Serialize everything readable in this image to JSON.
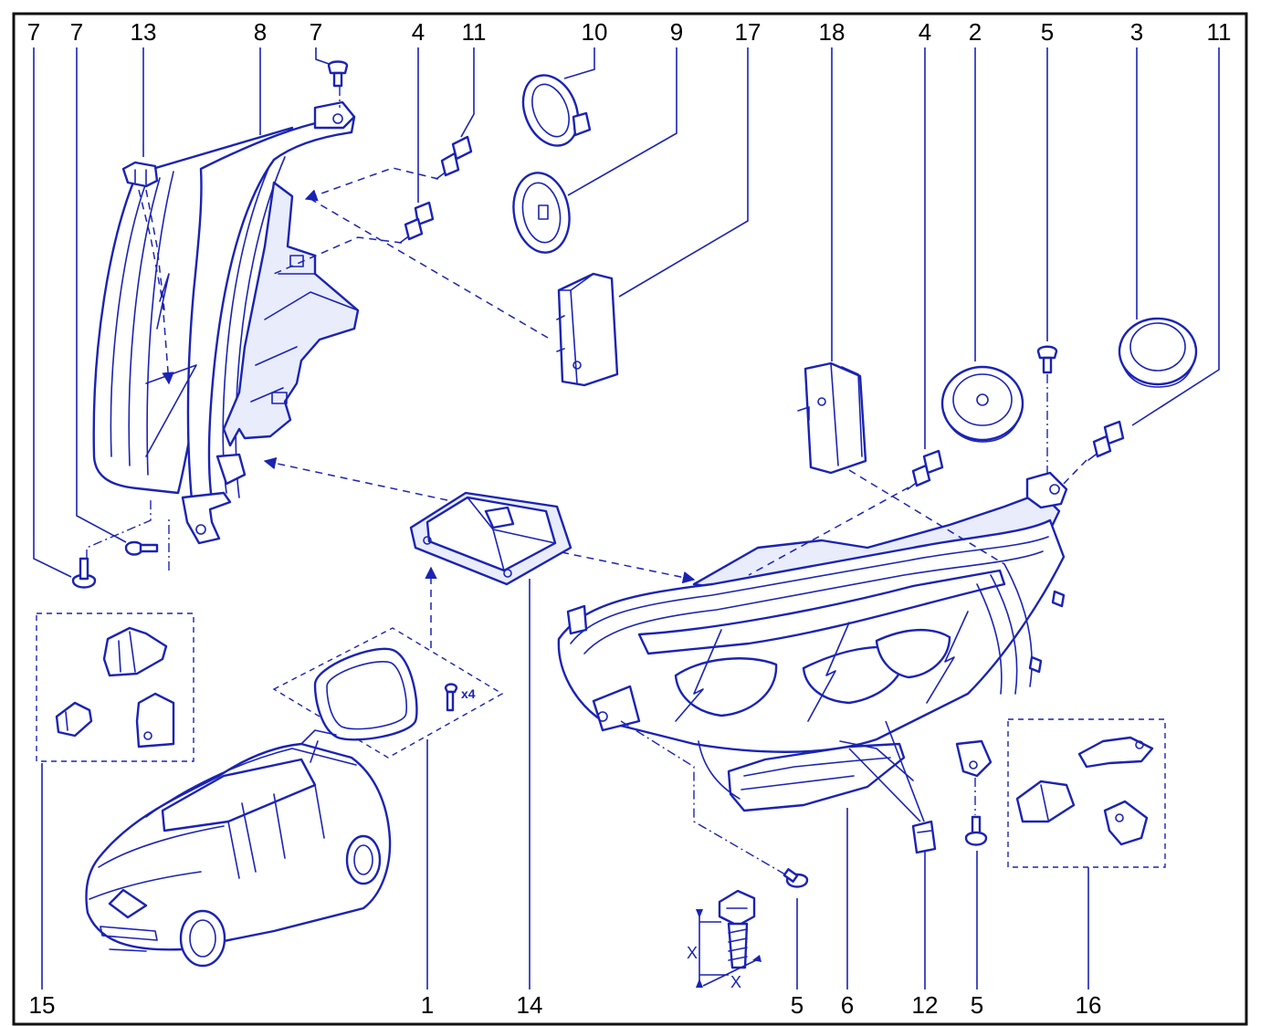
{
  "callouts": {
    "top": [
      "7",
      "7",
      "13",
      "8",
      "7",
      "4",
      "11",
      "10",
      "9",
      "17",
      "18",
      "4",
      "2",
      "5",
      "3",
      "11"
    ],
    "bottom": [
      "15",
      "1",
      "14",
      "5",
      "6",
      "12",
      "5",
      "16"
    ]
  },
  "annotations": {
    "screw_qty": "x4",
    "dim_x": "X"
  },
  "colors": {
    "line": "#1a23b4",
    "frame": "#111111",
    "text": "#000000"
  }
}
